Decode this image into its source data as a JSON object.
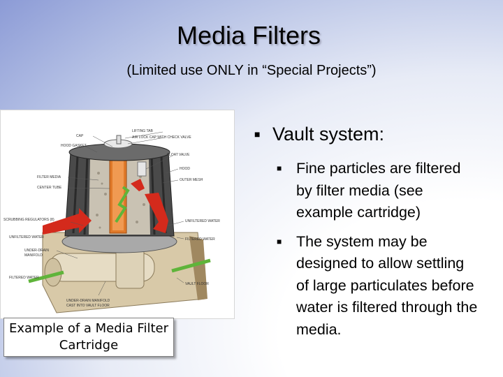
{
  "slide": {
    "title": "Media Filters",
    "subtitle": "(Limited use ONLY in “Special Projects”)"
  },
  "diagram": {
    "labels": {
      "cap": "CAP",
      "lifting_tab": "LIFTING TAB",
      "air_lock": "AIR LOCK CAP WITH CHECK VALVE",
      "hood_gasket": "HOOD GASKET",
      "float_valve": "FLOAT VALVE",
      "hood": "HOOD",
      "filter_media": "FILTER MEDIA",
      "center_tube": "CENTER TUBE",
      "outer_mesh": "OUTER MESH",
      "scrubbing": "SCRUBBING REGULATORS (8)",
      "unfiltered_right": "UNFILTERED WATER",
      "unfiltered_left": "UNFILTERED WATER",
      "filtered_right": "FILTERED WATER",
      "underdrain1": "UNDER-DRAIN",
      "underdrain2": "MANIFOLD",
      "filtered_left": "FILTERED WATER",
      "vault_floor": "VAULT FLOOR",
      "manifold1": "UNDER-DRAIN MANIFOLD",
      "manifold2": "CAST INTO VAULT FLOOR"
    },
    "caption_line1": "Example of a Media Filter",
    "caption_line2": "Cartridge"
  },
  "bullets": {
    "main": "Vault system:",
    "sub1": [
      "Fine particles are filtered",
      "by filter media (see",
      "example cartridge)"
    ],
    "sub2": [
      "The system may be",
      "designed to allow settling",
      "of large particulates before",
      "water is filtered through the",
      "media."
    ]
  },
  "colors": {
    "bullet_marker": "#000000",
    "arrow_red": "#d42a1c",
    "arrow_green": "#5fb43a",
    "center_tube": "#e07a2a"
  }
}
